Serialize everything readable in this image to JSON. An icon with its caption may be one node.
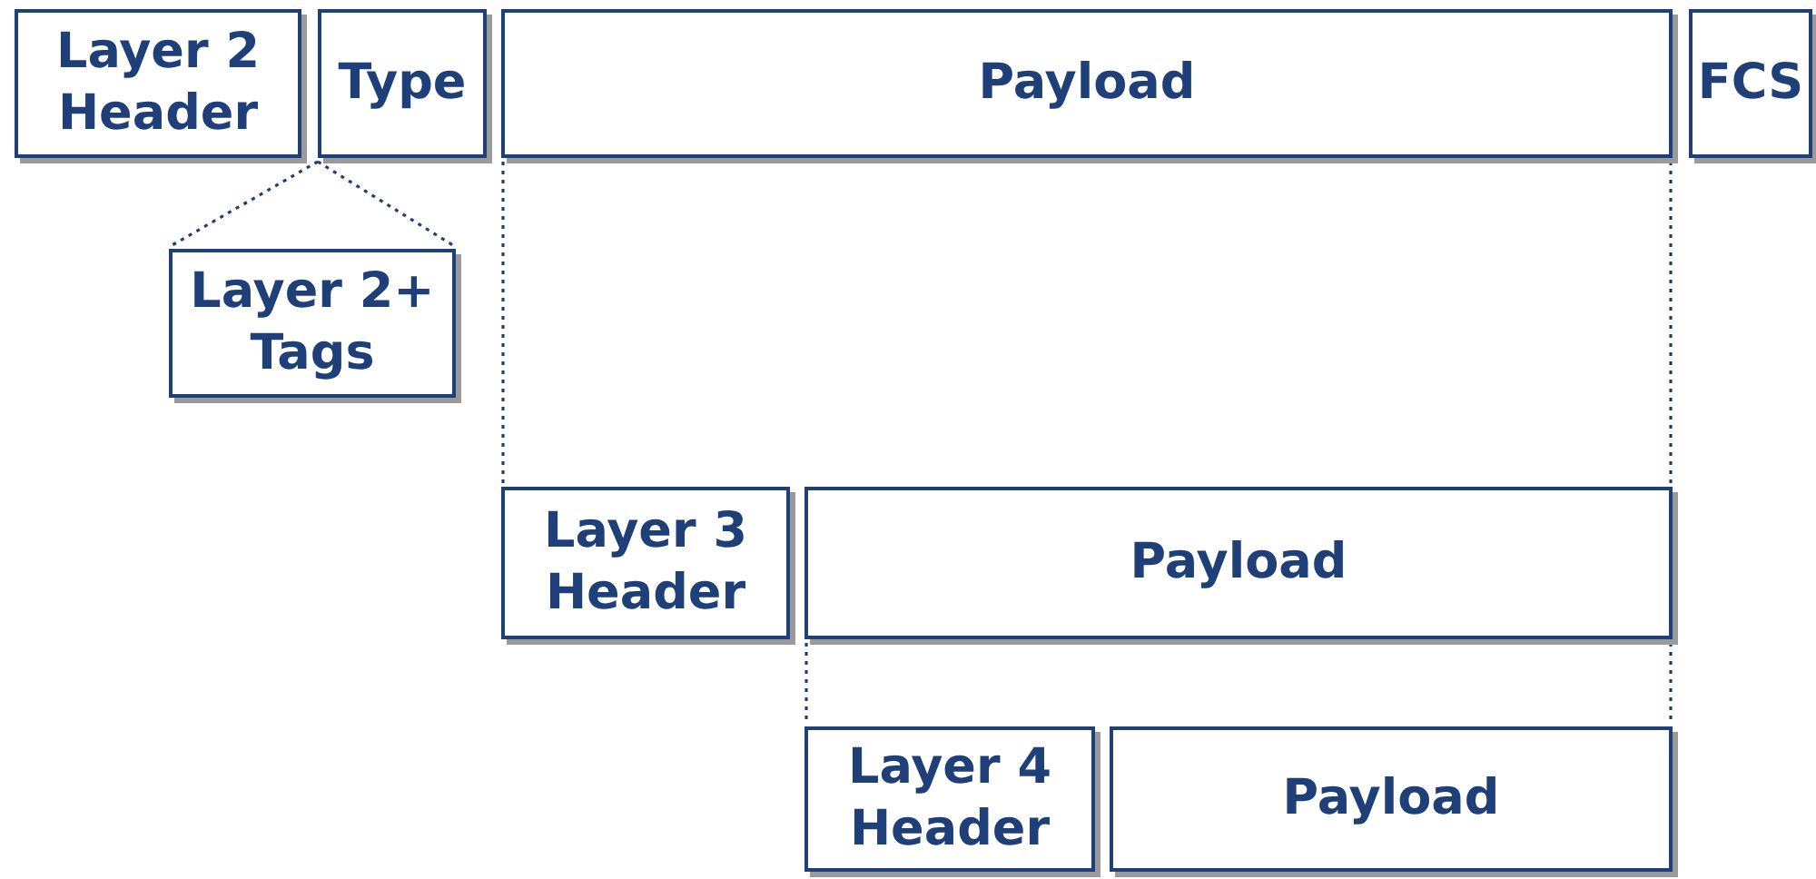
{
  "diagram": {
    "nodes": [
      {
        "text": [
          "Layer 2 Header"
        ]
      },
      {
        "text": [
          "Type"
        ]
      },
      {
        "text": [
          "Payload"
        ]
      },
      {
        "text": [
          "FCS"
        ]
      },
      {
        "text": [
          "Layer 2+ Tags"
        ]
      },
      {
        "text": [
          "Layer 3 Header"
        ]
      },
      {
        "text": [
          "Payload"
        ]
      },
      {
        "text": [
          "Layer 4 Header"
        ]
      },
      {
        "text": [
          "Payload"
        ]
      }
    ],
    "edges": [
      {
        "from": 1,
        "to": 4,
        "arrow": "none",
        "style": "dashed"
      },
      {
        "from": 1,
        "to": 4,
        "arrow": "none",
        "style": "dashed"
      },
      {
        "from": 2,
        "to": 5,
        "arrow": "none",
        "style": "dashed"
      },
      {
        "from": 2,
        "to": 6,
        "arrow": "none",
        "style": "dashed"
      },
      {
        "from": 6,
        "to": 7,
        "arrow": "none",
        "style": "dashed"
      },
      {
        "from": 6,
        "to": 8,
        "arrow": "none",
        "style": "dashed"
      }
    ]
  }
}
